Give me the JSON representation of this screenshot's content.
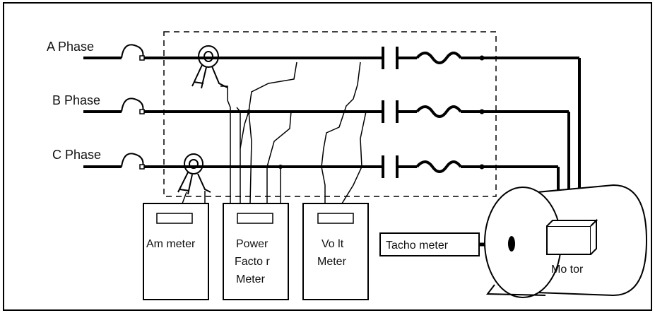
{
  "phases": [
    "A Phase",
    "B Phase",
    "C Phase"
  ],
  "meters": {
    "ammeter": "Am meter",
    "power_factor": [
      "Power",
      "Facto r",
      "Meter"
    ],
    "voltmeter": [
      "Vo lt",
      "Meter"
    ]
  },
  "tachometer": "Tacho meter",
  "motor": "Mo tor",
  "colors": {
    "line": "#000000",
    "background": "#ffffff",
    "frame": "#000000"
  },
  "icons": [
    "current-clamp-icon",
    "fuse-icon",
    "contactor-icon",
    "overload-icon",
    "motor-icon"
  ]
}
